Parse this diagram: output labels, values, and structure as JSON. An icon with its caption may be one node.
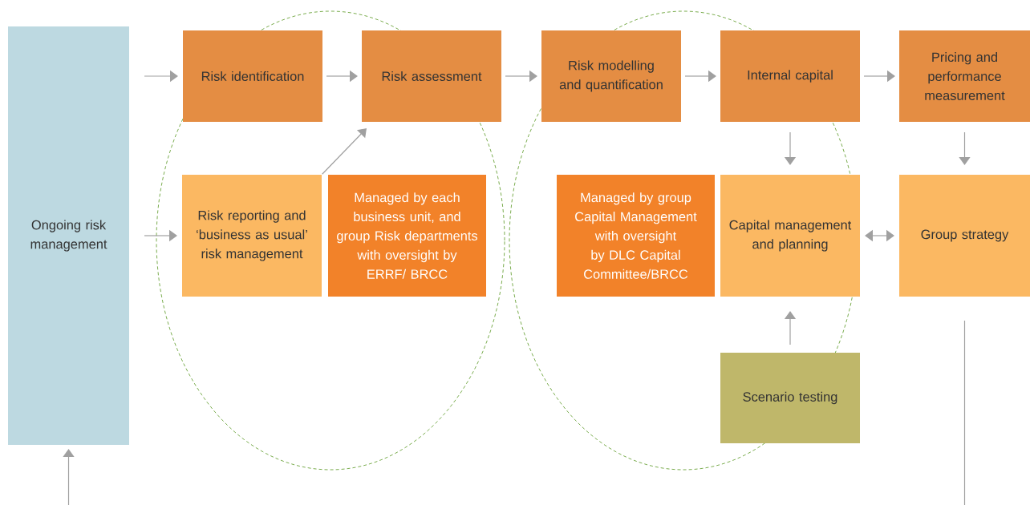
{
  "diagram": {
    "nodes": [
      {
        "text": [
          "Ongoing risk management"
        ]
      },
      {
        "text": [
          "Risk identification"
        ]
      },
      {
        "text": [
          "Risk assessment"
        ]
      },
      {
        "text": [
          "Risk modelling and quantification"
        ]
      },
      {
        "text": [
          "Internal capital"
        ]
      },
      {
        "text": [
          "Pricing and performance measurement"
        ]
      },
      {
        "text": [
          "Risk reporting and ‘business as usual’ risk management"
        ]
      },
      {
        "text": [
          "Managed by each business unit, and group Risk departments with oversight by ERRF/ BRCC"
        ]
      },
      {
        "text": [
          "Managed by group Capital Management with oversight by DLC Capital Committee/BRCC"
        ]
      },
      {
        "text": [
          "Capital management and planning"
        ]
      },
      {
        "text": [
          "Group strategy"
        ]
      },
      {
        "text": [
          "Scenario testing"
        ]
      }
    ],
    "edges": [
      {
        "from": 0,
        "to": 1,
        "arrow": "to"
      },
      {
        "from": 0,
        "to": 6,
        "arrow": "to"
      },
      {
        "from": 1,
        "to": 2,
        "arrow": "to"
      },
      {
        "from": 2,
        "to": 3,
        "arrow": "to"
      },
      {
        "from": 3,
        "to": 4,
        "arrow": "to"
      },
      {
        "from": 4,
        "to": 5,
        "arrow": "to"
      },
      {
        "from": 6,
        "to": 2,
        "arrow": "to"
      },
      {
        "from": 4,
        "to": 9,
        "arrow": "to"
      },
      {
        "from": 5,
        "to": 10,
        "arrow": "to"
      },
      {
        "from": 9,
        "to": 10,
        "arrow": "both"
      },
      {
        "from": 11,
        "to": 9,
        "arrow": "to"
      },
      {
        "from": null,
        "to": 0,
        "arrow": "to"
      },
      {
        "from": 10,
        "to": null,
        "arrow": "none"
      }
    ]
  }
}
